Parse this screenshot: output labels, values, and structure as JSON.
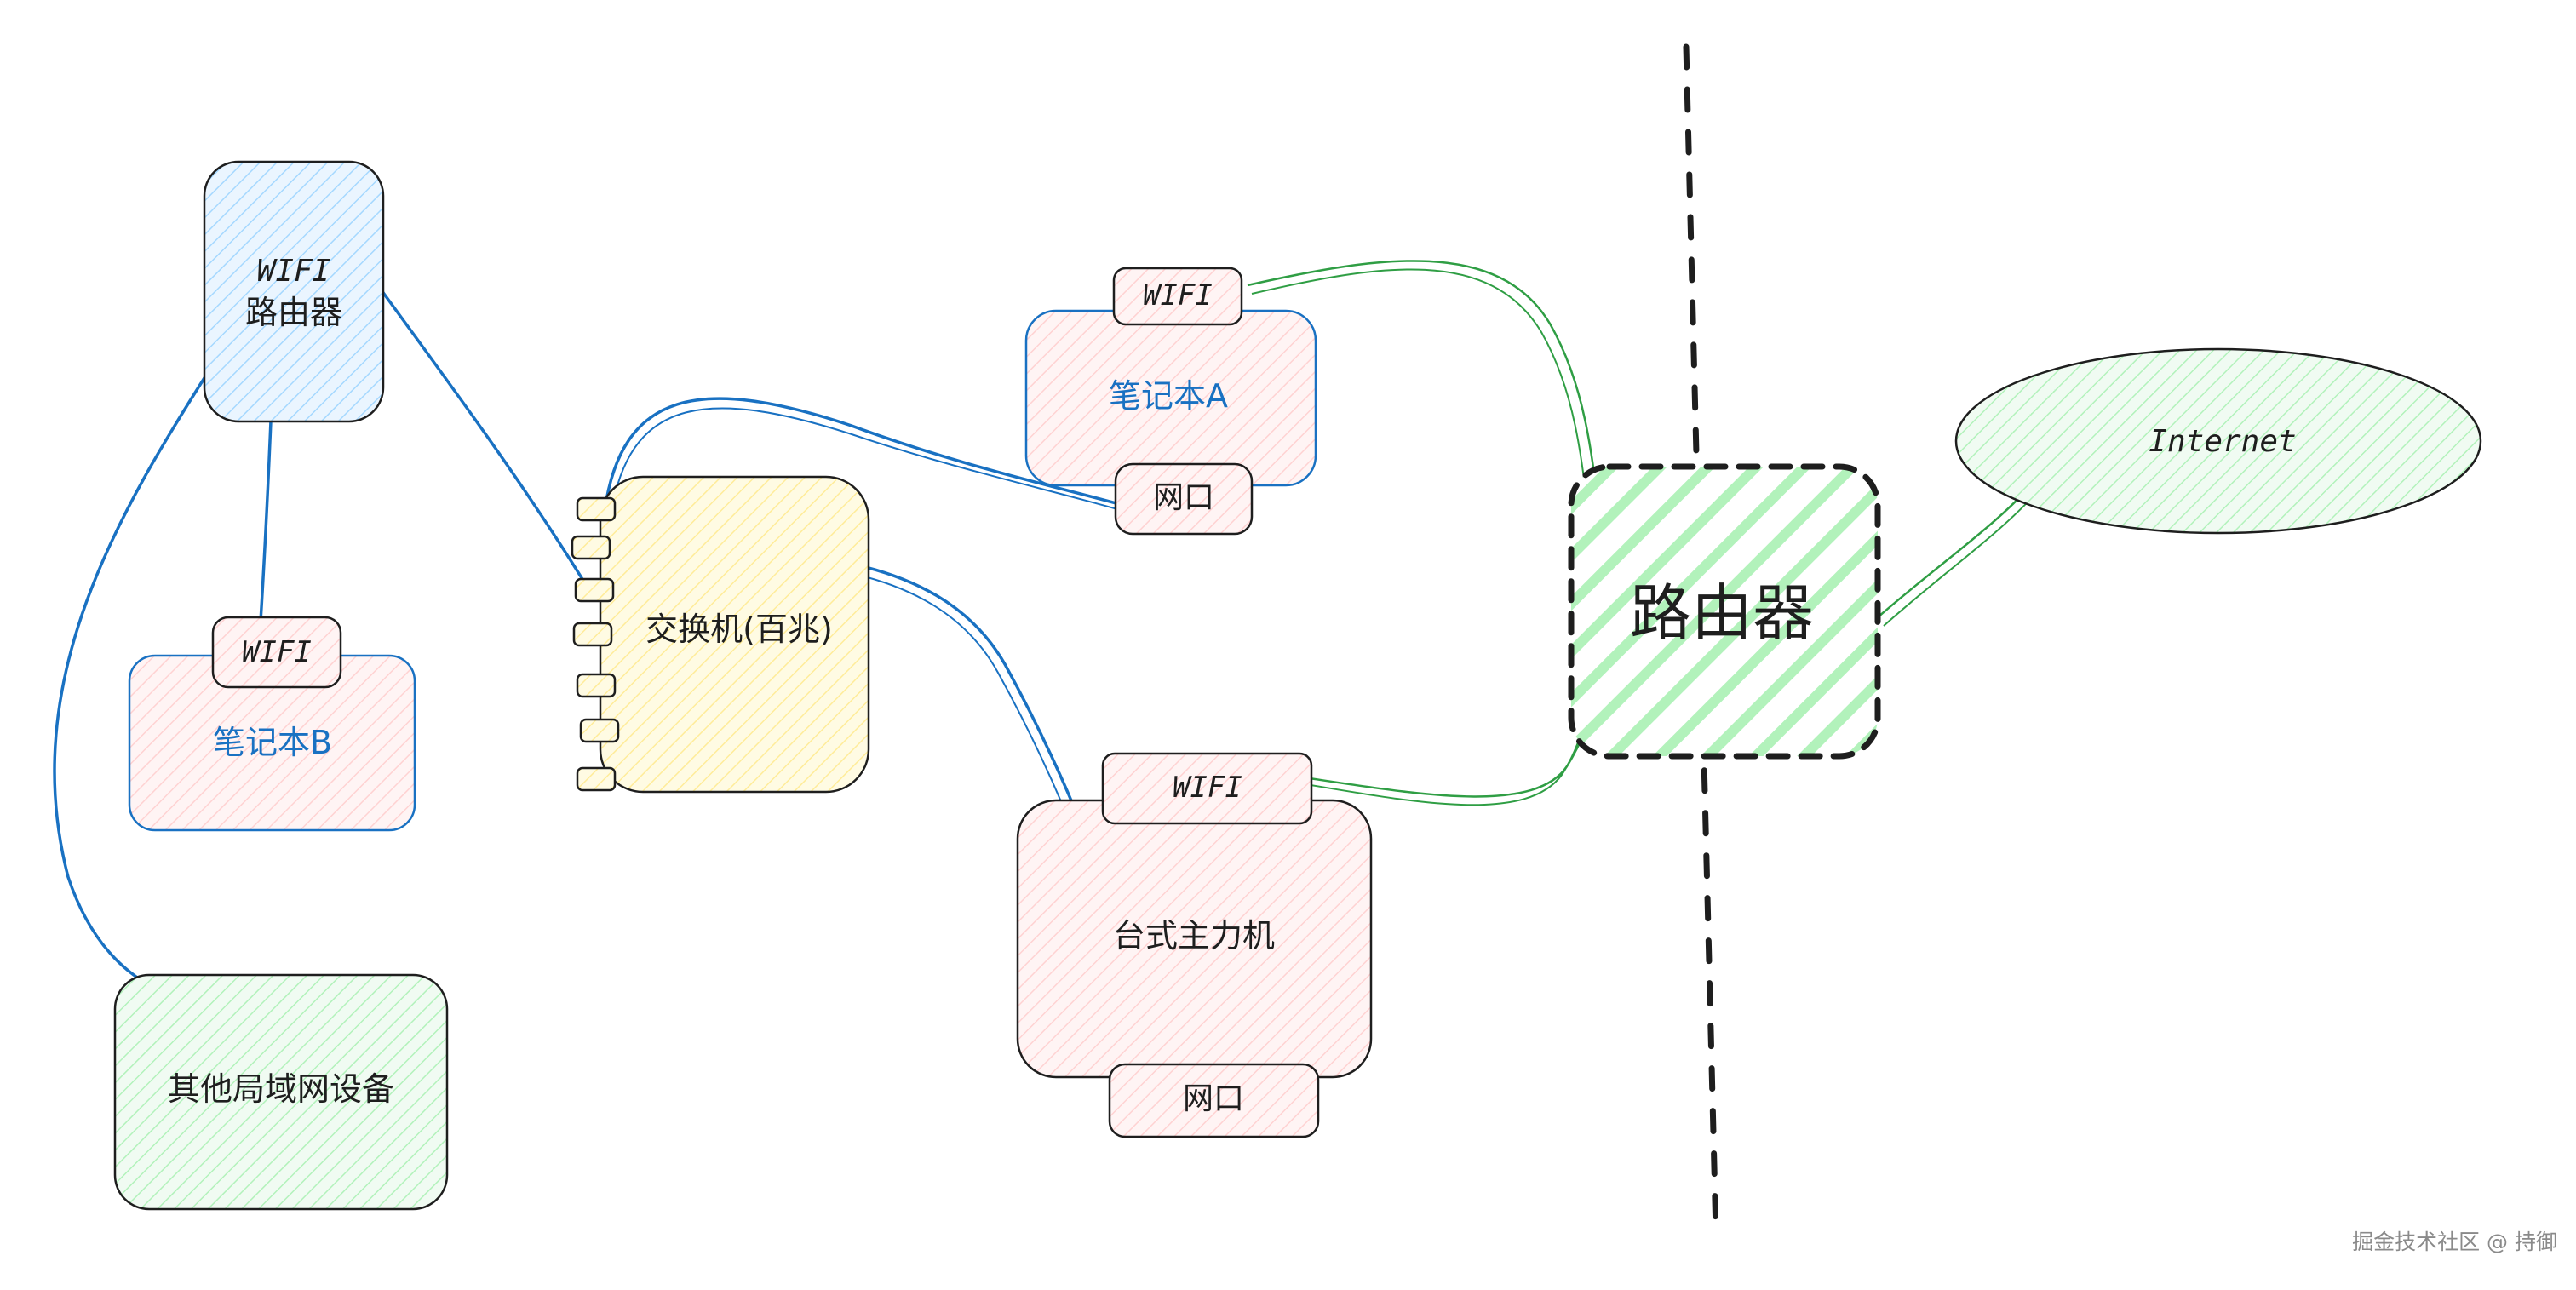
{
  "nodes": {
    "wifi_router": {
      "label_line1": "WIFI",
      "label_line2": "路由器"
    },
    "laptop_b": {
      "label": "笔记本B",
      "wifi_label": "WIFI"
    },
    "other_lan": {
      "label": "其他局域网设备"
    },
    "switch": {
      "label": "交换机(百兆)"
    },
    "laptop_a": {
      "label": "笔记本A",
      "wifi_label": "WIFI",
      "port_label": "网口"
    },
    "desktop": {
      "label": "台式主力机",
      "wifi_label": "WIFI",
      "port_label": "网口"
    },
    "router": {
      "label": "路由器"
    },
    "internet": {
      "label": "Internet"
    }
  },
  "watermark": "掘金技术社区 @ 持御",
  "colors": {
    "blue_line": "#1971c2",
    "green_line": "#2f9e44",
    "laptop_label": "#1971c2",
    "blue_fill": "#d0ebff",
    "pink_fill": "#ffe3e3",
    "yellow_fill": "#fff3bf",
    "green_fill": "#b2f2bb",
    "stroke": "#1e1e1e"
  }
}
